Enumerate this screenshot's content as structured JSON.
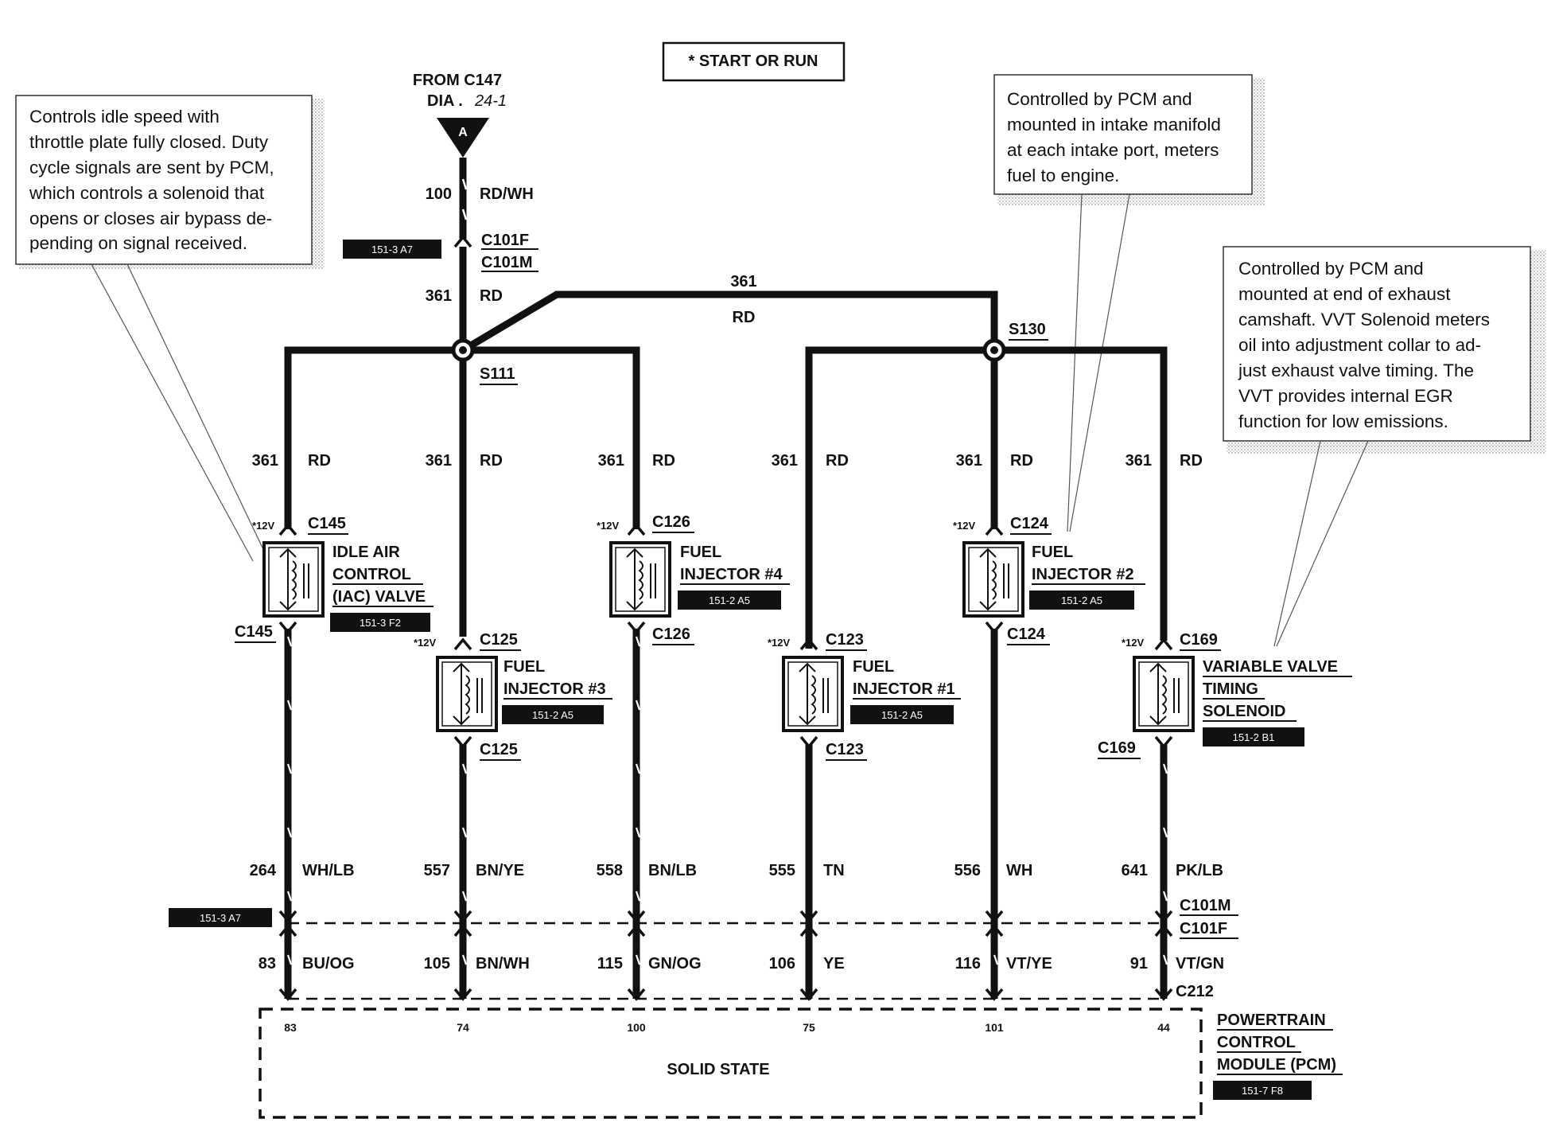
{
  "header": {
    "label": "* START OR RUN"
  },
  "source": {
    "line1": "FROM C147",
    "line2": "DIA .",
    "line2_ref": "24-1",
    "connector_letter": "A"
  },
  "notes": {
    "iac": [
      "Controls idle speed with",
      "throttle plate fully closed. Duty",
      "cycle signals are sent by PCM,",
      "which controls a solenoid that",
      "opens or closes air bypass de-",
      "pending on signal received."
    ],
    "injector": [
      "Controlled by PCM and",
      "mounted in intake manifold",
      "at each intake port, meters",
      "fuel to engine."
    ],
    "vvt": [
      "Controlled by PCM and",
      "mounted at end of exhaust",
      "camshaft. VVT Solenoid meters",
      "oil into adjustment collar to ad-",
      "just exhaust valve timing. The",
      "VVT provides internal EGR",
      "function for low emissions."
    ]
  },
  "feed": {
    "wire_num": "100",
    "wire_color": "RD/WH",
    "conn_a": "C101F",
    "conn_b": "C101M",
    "ref": "151-3 A7",
    "after_num": "361",
    "after_color": "RD"
  },
  "bus": {
    "jumper_num": "361",
    "jumper_color": "RD",
    "splice1": "S111",
    "splice2": "S130"
  },
  "drops": [
    {
      "num": "361",
      "color": "RD"
    },
    {
      "num": "361",
      "color": "RD"
    },
    {
      "num": "361",
      "color": "RD"
    },
    {
      "num": "361",
      "color": "RD"
    },
    {
      "num": "361",
      "color": "RD"
    },
    {
      "num": "361",
      "color": "RD"
    }
  ],
  "components": [
    {
      "v12": "*12V",
      "conn_top": "C145",
      "conn_bot": "C145",
      "name": [
        "IDLE AIR",
        "CONTROL",
        "(IAC) VALVE"
      ],
      "ref": "151-3 F2"
    },
    {
      "v12": "*12V",
      "conn_top": "C125",
      "conn_bot": "C125",
      "name": [
        "FUEL",
        "INJECTOR #3"
      ],
      "ref": "151-2 A5"
    },
    {
      "v12": "*12V",
      "conn_top": "C126",
      "conn_bot": "C126",
      "name": [
        "FUEL",
        "INJECTOR #4"
      ],
      "ref": "151-2 A5"
    },
    {
      "v12": "*12V",
      "conn_top": "C123",
      "conn_bot": "C123",
      "name": [
        "FUEL",
        "INJECTOR #1"
      ],
      "ref": "151-2 A5"
    },
    {
      "v12": "*12V",
      "conn_top": "C124",
      "conn_bot": "C124",
      "name": [
        "FUEL",
        "INJECTOR #2"
      ],
      "ref": "151-2 A5"
    },
    {
      "v12": "*12V",
      "conn_top": "C169",
      "conn_bot": "C169",
      "name": [
        "VARIABLE VALVE",
        "TIMING",
        "SOLENOID"
      ],
      "ref": "151-2 B1"
    }
  ],
  "signal_wires": [
    {
      "num": "264",
      "color": "WH/LB",
      "num2": "83",
      "color2": "BU/OG",
      "pin": "83"
    },
    {
      "num": "557",
      "color": "BN/YE",
      "num2": "105",
      "color2": "BN/WH",
      "pin": "74"
    },
    {
      "num": "558",
      "color": "BN/LB",
      "num2": "115",
      "color2": "GN/OG",
      "pin": "100"
    },
    {
      "num": "555",
      "color": "TN",
      "num2": "106",
      "color2": "YE",
      "pin": "75"
    },
    {
      "num": "556",
      "color": "WH",
      "num2": "116",
      "color2": "VT/YE",
      "pin": "101"
    },
    {
      "num": "641",
      "color": "PK/LB",
      "num2": "91",
      "color2": "VT/GN",
      "pin": "44"
    }
  ],
  "inline_connector": {
    "conn_a": "C101M",
    "conn_b": "C101F",
    "ref": "151-3 A7"
  },
  "pcm": {
    "connector": "C212",
    "name": [
      "POWERTRAIN",
      "CONTROL",
      "MODULE (PCM)"
    ],
    "ref": "151-7 F8",
    "body": "SOLID STATE"
  }
}
